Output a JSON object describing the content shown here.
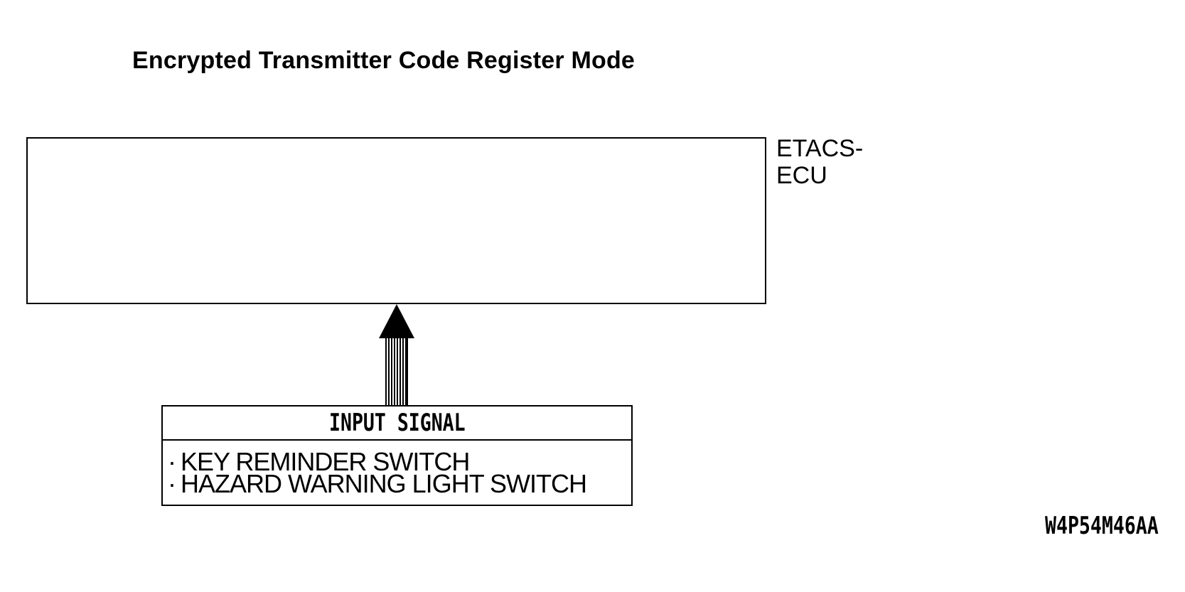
{
  "colors": {
    "ink": "#000000",
    "background": "#ffffff"
  },
  "diagram": {
    "title": "Encrypted Transmitter Code Register Mode",
    "ecu_box": {
      "label_line1": "ETACS-",
      "label_line2": "ECU"
    },
    "arrow": {
      "direction": "up",
      "style": "striped-shaft"
    },
    "input_signal_box": {
      "header": "INPUT SIGNAL",
      "bullet": "·",
      "items": [
        "KEY REMINDER SWITCH",
        "HAZARD WARNING LIGHT SWITCH"
      ]
    },
    "figure_code": "W4P54M46AA"
  }
}
